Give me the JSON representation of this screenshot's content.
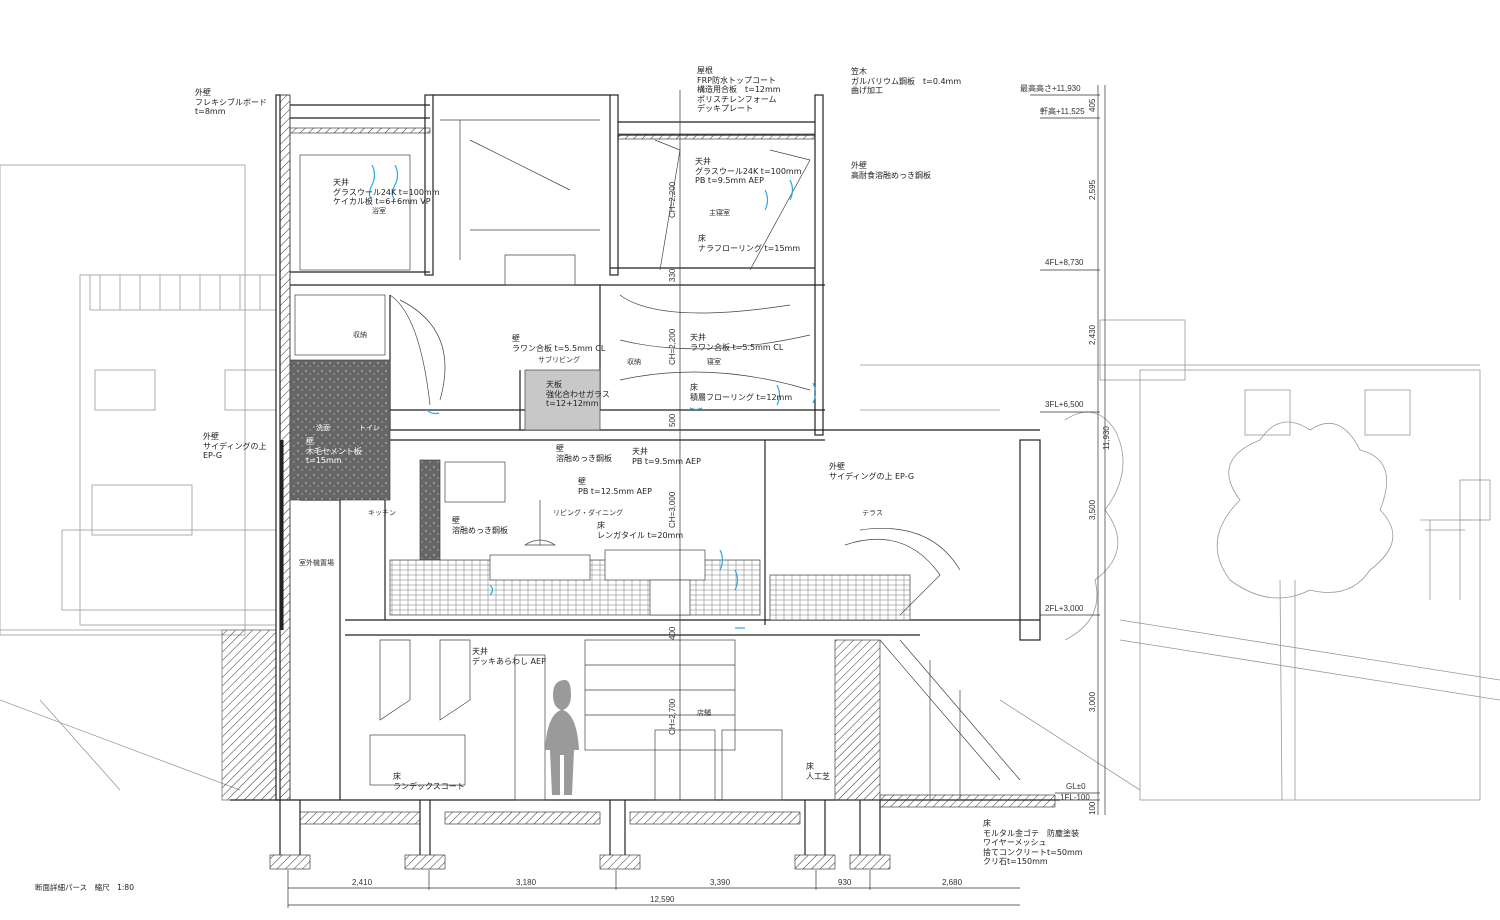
{
  "title": "断面詳細パース　縮尺　1:80",
  "notes": {
    "outer_wall_flex": "外壁\nフレキシブルボード\nt=8mm",
    "ceiling_bath": "天井\nグラスウール24K t=100mm\nケイカル板 t=6+6mm VP",
    "roof": "屋根\nFRP防水トップコート\n構造用合板　t=12mm\nポリスチレンフォーム\nデッキプレート",
    "coping": "笠木\nガルバリウム鋼板　t=0.4mm\n曲げ加工",
    "ceiling_master": "天井\nグラスウール24K t=100mm\nPB t=9.5mm AEP",
    "outer_wall_steel": "外壁\n高耐食溶融めっき鋼板",
    "floor_oak": "床\nナラフローリング t=15mm",
    "wall_lauan": "壁\nラワン合板 t=5.5mm CL",
    "top_glass": "天板\n強化合わせガラス\nt=12+12mm",
    "ceiling_lauan": "天井\nラワン合板 t=5.5mm CL",
    "floor_laminated": "床\n積層フローリング t=12mm",
    "wall_wood_cement": "壁\n木毛セメント板\nt=15mm",
    "outer_wall_siding_left": "外壁\nサイディングの上\nEP-G",
    "wall_galv_1": "壁\n溶融めっき鋼板",
    "ceiling_pb": "天井\nPB t=9.5mm AEP",
    "wall_pb": "壁\nPB t=12.5mm AEP",
    "outer_wall_siding_right": "外壁\nサイディングの上 EP-G",
    "wall_galv_2": "壁\n溶融めっき鋼板",
    "floor_brick": "床\nレンガタイル t=20mm",
    "ceiling_deck": "天井\nデッキあらわし AEP",
    "floor_landex": "床\nランデックスコート",
    "floor_turf": "床\n人工芝",
    "floor_mortar": "床\nモルタル金ゴテ　防塵塗装\nワイヤーメッシュ\n捨てコンクリートt=50mm\nクリ石t=150mm"
  },
  "rooms": {
    "bath": "浴室",
    "master_bedroom": "主寝室",
    "storage_1": "収納",
    "sub_living": "サブリビング",
    "storage_2": "収納",
    "bedroom": "寝室",
    "washroom": "洗面",
    "toilet": "トイレ",
    "kitchen": "キッチン",
    "living_dining": "リビング・ダイニング",
    "terrace": "テラス",
    "outdoor_unit": "室外機置場",
    "shop": "店舗"
  },
  "levels": {
    "max_height": "最高高さ+11,930",
    "eaves": "軒高+11,525",
    "fl4": "4FL+8,730",
    "fl3": "3FL+6,500",
    "fl2": "2FL+3,000",
    "gl": "GL±0",
    "fl1": "1FL-100"
  },
  "vertical_dims": {
    "d405": "405",
    "d2595": "2,595",
    "d2430": "2,430",
    "d3500": "3,500",
    "d3000": "3,000",
    "d100": "100",
    "total": "11,930"
  },
  "ceiling_heights": {
    "ch4": "CH=2,200",
    "slab4": "330",
    "ch3": "CH=2,200",
    "slab3": "500",
    "ch2": "CH=3,000",
    "slab2": "400",
    "ch1": "CH=2,700"
  },
  "horizontal_dims": {
    "spans": [
      "2,410",
      "3,180",
      "3,390",
      "930",
      "2,680"
    ],
    "total": "12,590"
  },
  "colors": {
    "line": "#222222",
    "accent_blue": "#2aa8e0",
    "gray_fill": "#9a9a9a"
  }
}
